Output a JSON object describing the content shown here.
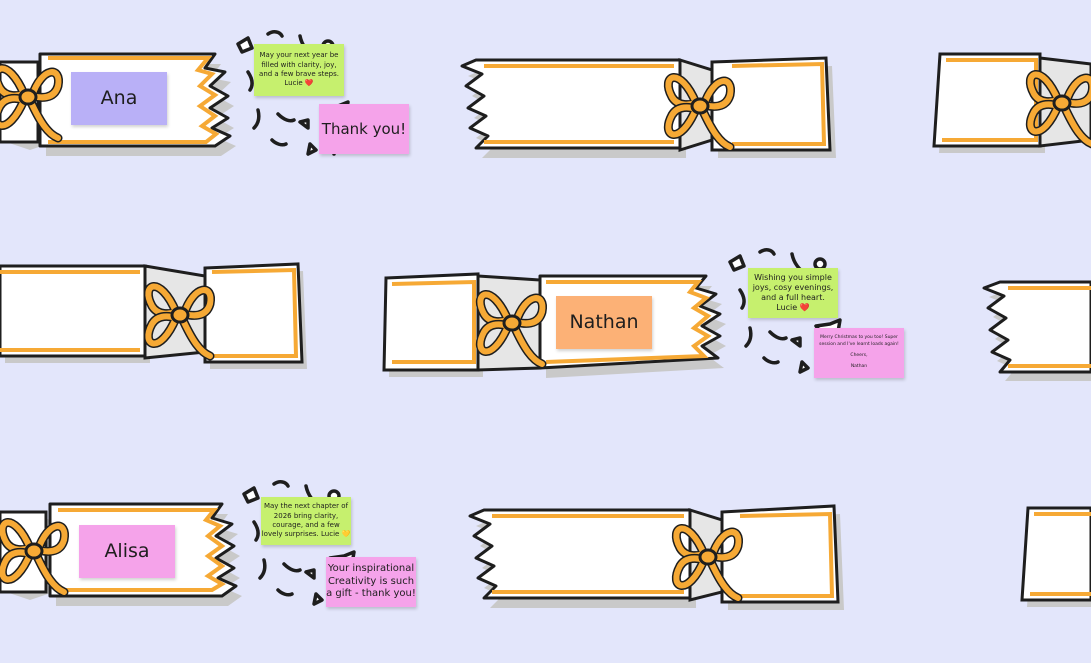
{
  "board": {
    "rows": [
      {
        "name_card": "Ana",
        "wish_note": {
          "lines": [
            "May your next year be",
            "filled with clarity, joy,",
            "and a few brave steps.",
            "Lucie ❤️"
          ]
        },
        "reply_note": {
          "lines": [
            "Thank you!"
          ]
        }
      },
      {
        "name_card": "Nathan",
        "wish_note": {
          "lines": [
            "Wishing you simple",
            "joys, cosy evenings,",
            "and a full heart.",
            "Lucie ❤️"
          ]
        },
        "reply_note": {
          "lines": [
            "Merry Christmas to you too! Super",
            "session and I've learnt loads again!",
            "",
            "Cheers,",
            "",
            "Nathan"
          ]
        }
      },
      {
        "name_card": "Alisa",
        "wish_note": {
          "lines": [
            "May the next chapter of",
            "2026 bring clarity,",
            "courage, and a few",
            "lovely surprises. Lucie 💛"
          ]
        },
        "reply_note": {
          "lines": [
            "Your inspirational",
            "Creativity is such",
            "a gift - thank you!"
          ]
        }
      }
    ]
  },
  "colors": {
    "background": "#e3e6fb",
    "cracker_trim": "#f6a935",
    "cracker_body": "#ffffff",
    "outline": "#1e1e1e",
    "shadow": "#c9c9c9",
    "sticky_green": "#c6f06e",
    "sticky_pink": "#f5a3ea",
    "sticky_violet": "#b9b0f7",
    "sticky_orange": "#fcb176"
  },
  "icons": [
    "heart-icon",
    "cracker-bow-icon",
    "confetti-icon"
  ]
}
